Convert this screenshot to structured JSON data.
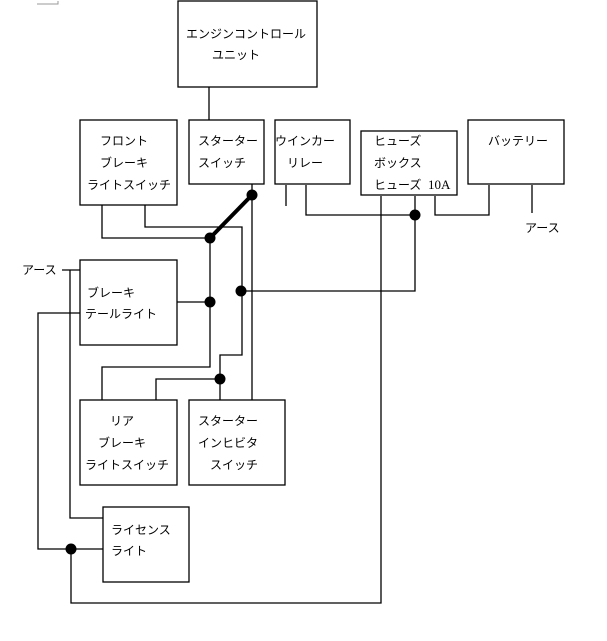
{
  "diagram": {
    "title": "",
    "components": {
      "ecu": {
        "lines": [
          "エンジンコントロール",
          "ユニット"
        ]
      },
      "front_brake_switch": {
        "lines": [
          "フロント",
          "ブレーキ",
          "ライトスイッチ"
        ]
      },
      "starter_switch": {
        "lines": [
          "スターター",
          "スイッチ"
        ]
      },
      "winker_relay": {
        "lines": [
          "ウインカー",
          "リレー"
        ]
      },
      "fuse_box": {
        "lines": [
          "ヒューズ",
          "ボックス",
          "ヒューズ"
        ],
        "rating": "10A"
      },
      "battery": {
        "lines": [
          "バッテリー"
        ]
      },
      "brake_tail_light": {
        "lines": [
          "ブレーキ",
          "テールライト"
        ]
      },
      "rear_brake_switch": {
        "lines": [
          "リア",
          "ブレーキ",
          "ライトスイッチ"
        ]
      },
      "starter_inhibitor_switch": {
        "lines": [
          "スターター",
          "インヒビタ",
          "スイッチ"
        ]
      },
      "license_light": {
        "lines": [
          "ライセンス",
          "ライト"
        ]
      }
    },
    "ground_labels": {
      "battery_ground": "アース",
      "tail_light_ground": "アース"
    }
  }
}
